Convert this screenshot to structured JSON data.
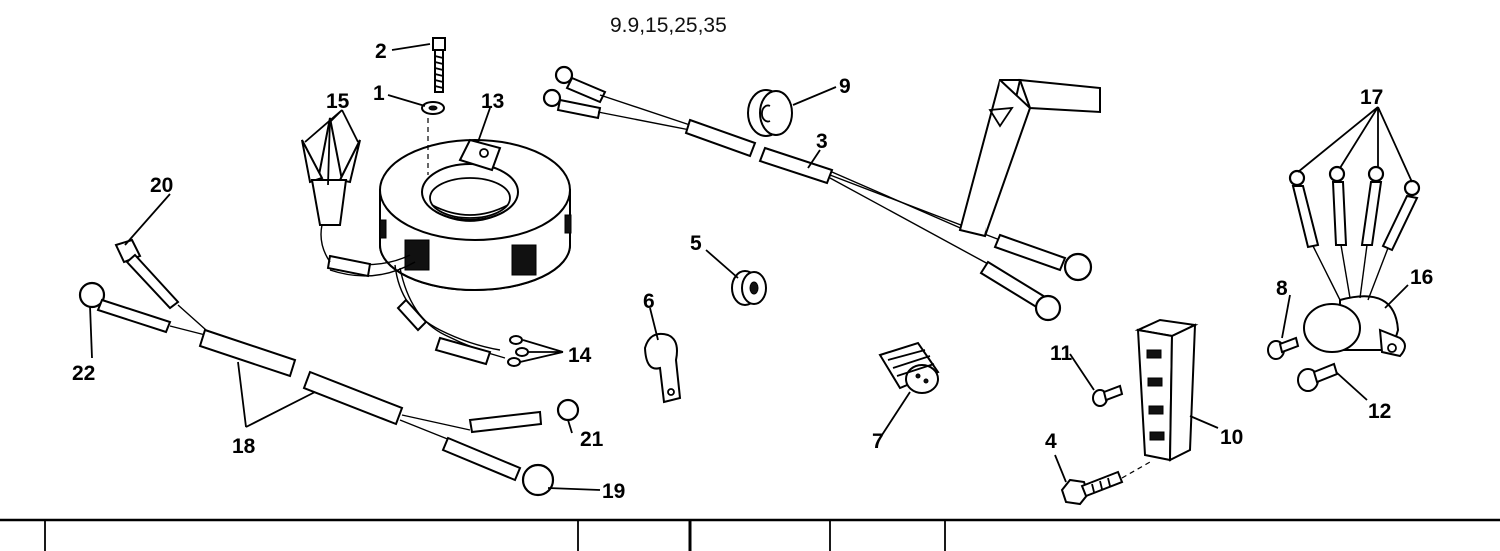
{
  "diagram": {
    "title": "9.9,15,25,35",
    "callouts": [
      "1",
      "2",
      "3",
      "4",
      "5",
      "6",
      "7",
      "8",
      "9",
      "10",
      "11",
      "12",
      "13",
      "14",
      "15",
      "16",
      "17",
      "18",
      "19",
      "20",
      "21",
      "22"
    ]
  }
}
